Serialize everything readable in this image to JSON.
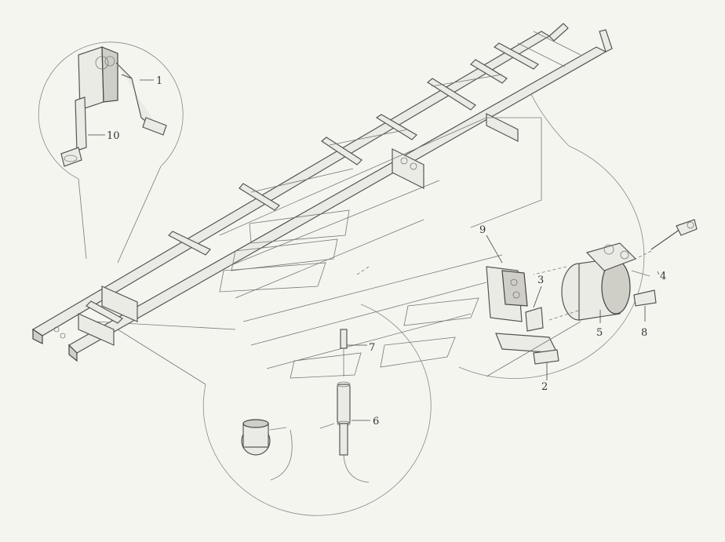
{
  "diagram": {
    "background": "#f5f5f0",
    "line_color": "#555555",
    "callouts": [
      {
        "id": "1",
        "label": "1"
      },
      {
        "id": "2",
        "label": "2"
      },
      {
        "id": "3",
        "label": "3"
      },
      {
        "id": "4",
        "label": "4"
      },
      {
        "id": "5",
        "label": "5"
      },
      {
        "id": "6",
        "label": "6"
      },
      {
        "id": "7",
        "label": "7"
      },
      {
        "id": "8",
        "label": "8"
      },
      {
        "id": "9",
        "label": "9"
      },
      {
        "id": "10",
        "label": "10"
      }
    ],
    "icons": [
      "clutch-pedal-assembly-icon",
      "bracket-icon",
      "booster-cylinder-icon",
      "master-cylinder-icon",
      "reservoir-icon",
      "push-rod-icon"
    ]
  }
}
